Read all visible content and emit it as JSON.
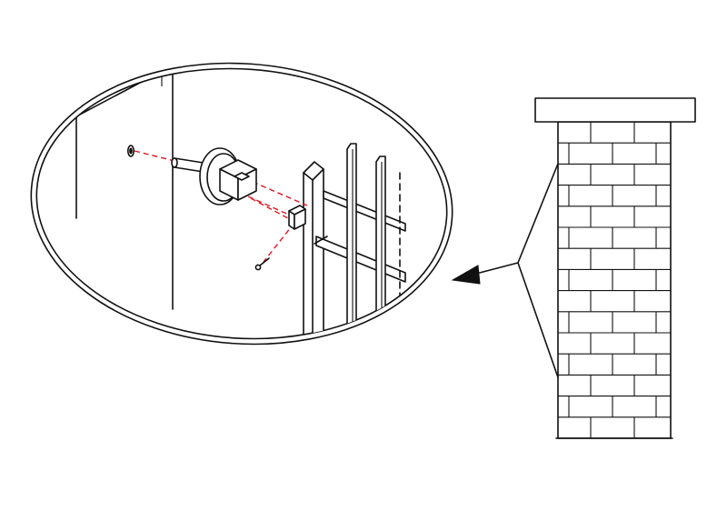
{
  "diagram": {
    "kind": "installation-detail-illustration",
    "labels": [],
    "colors": {
      "line": "#111111",
      "guide": "#e0141e",
      "background": "#ffffff"
    },
    "parts": [
      "brick-pillar",
      "pillar-cap",
      "detail-callout-ellipse",
      "wall-anchor-hole",
      "hinge-pin",
      "hinge-collar",
      "square-hinge-sleeve",
      "gate-hinge-bracket",
      "gate-frame",
      "retaining-screw"
    ]
  }
}
